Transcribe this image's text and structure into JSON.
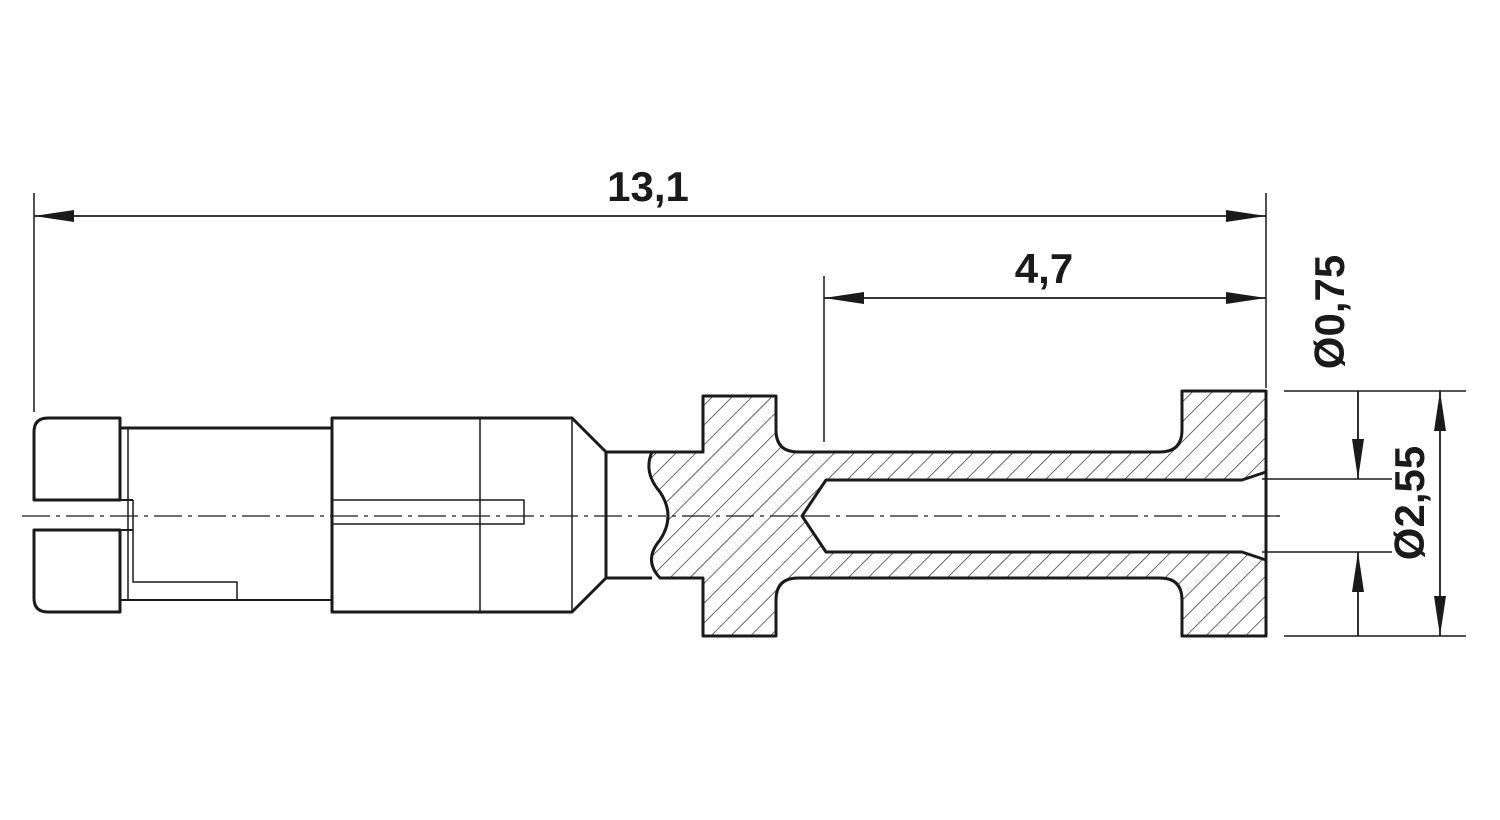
{
  "drawing": {
    "dimensions": {
      "overall_length": "13,1",
      "crimp_length": "4,7",
      "inner_diameter": "Ø0,75",
      "outer_diameter": "Ø2,55"
    },
    "colors": {
      "line": "#1a1a1a",
      "background": "#ffffff"
    }
  }
}
